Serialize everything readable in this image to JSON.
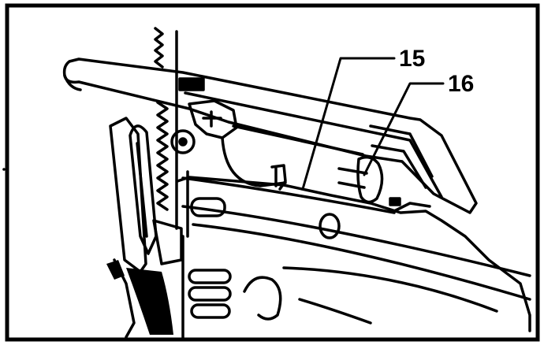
{
  "figure": {
    "callouts": [
      {
        "id": "15",
        "label": "15"
      },
      {
        "id": "16",
        "label": "16"
      }
    ],
    "colors": {
      "ink": "#000000",
      "paper": "#ffffff"
    }
  }
}
